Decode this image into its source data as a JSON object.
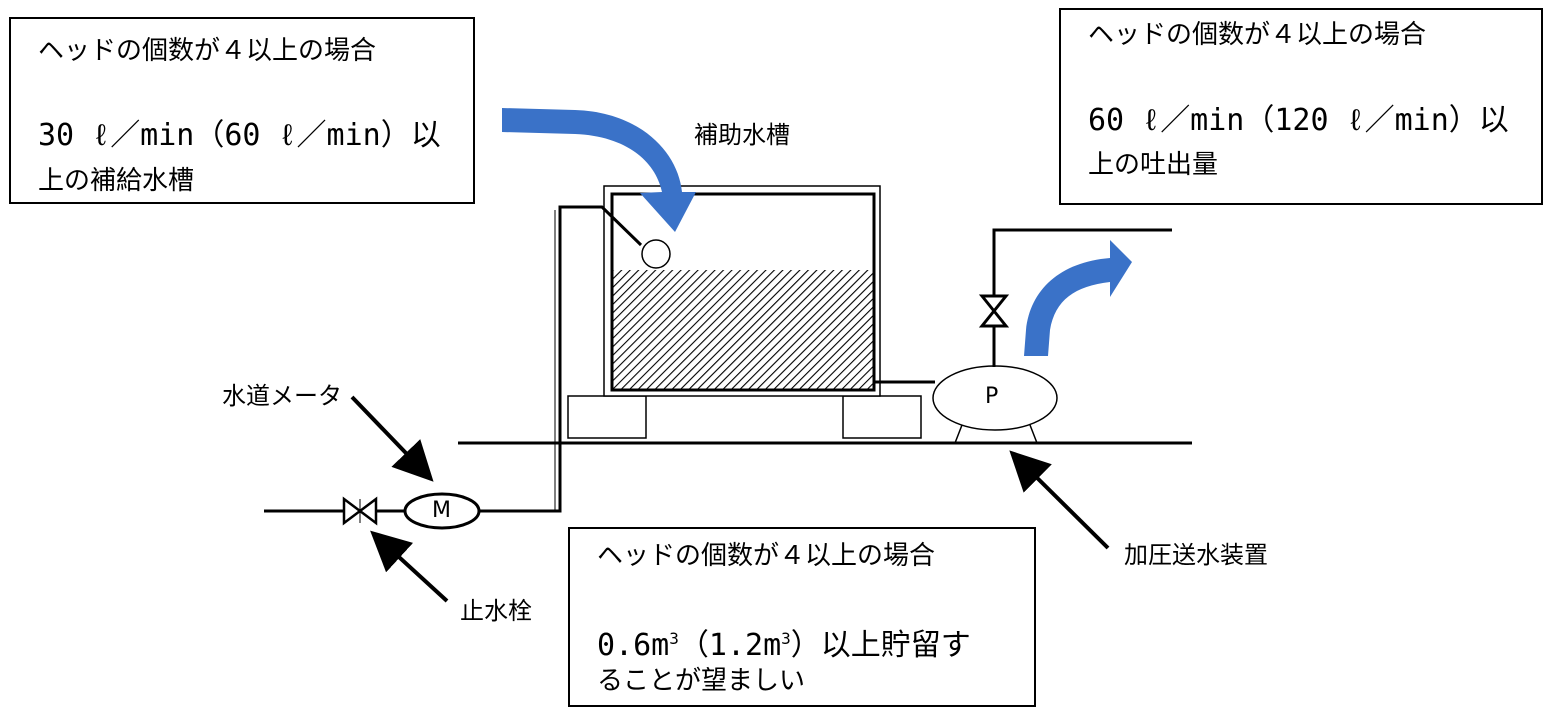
{
  "boxes": {
    "makeup_tank": {
      "line1": "ヘッドの個数が４以上の場合",
      "line2": "30 ℓ／min（60 ℓ／min）以",
      "line3": "上の補給水槽"
    },
    "discharge": {
      "line1": "ヘッドの個数が４以上の場合",
      "line2": "60 ℓ／min（120 ℓ／min）以",
      "line3": "上の吐出量"
    },
    "storage": {
      "line1": "ヘッドの個数が４以上の場合",
      "line2_a": "0.6m",
      "line2_sup1": "3",
      "line2_b": "（1.2m",
      "line2_sup2": "3",
      "line2_c": "）以上貯留す",
      "line3": "ることが望ましい"
    }
  },
  "labels": {
    "aux_tank": "補助水槽",
    "water_meter": "水道メータ",
    "stop_valve": "止水栓",
    "pressure_unit": "加圧送水装置"
  },
  "equipment": {
    "meter_symbol": "M",
    "pump_symbol": "P"
  },
  "colors": {
    "arrow_blue": "#3a72c8",
    "line": "#000000"
  }
}
